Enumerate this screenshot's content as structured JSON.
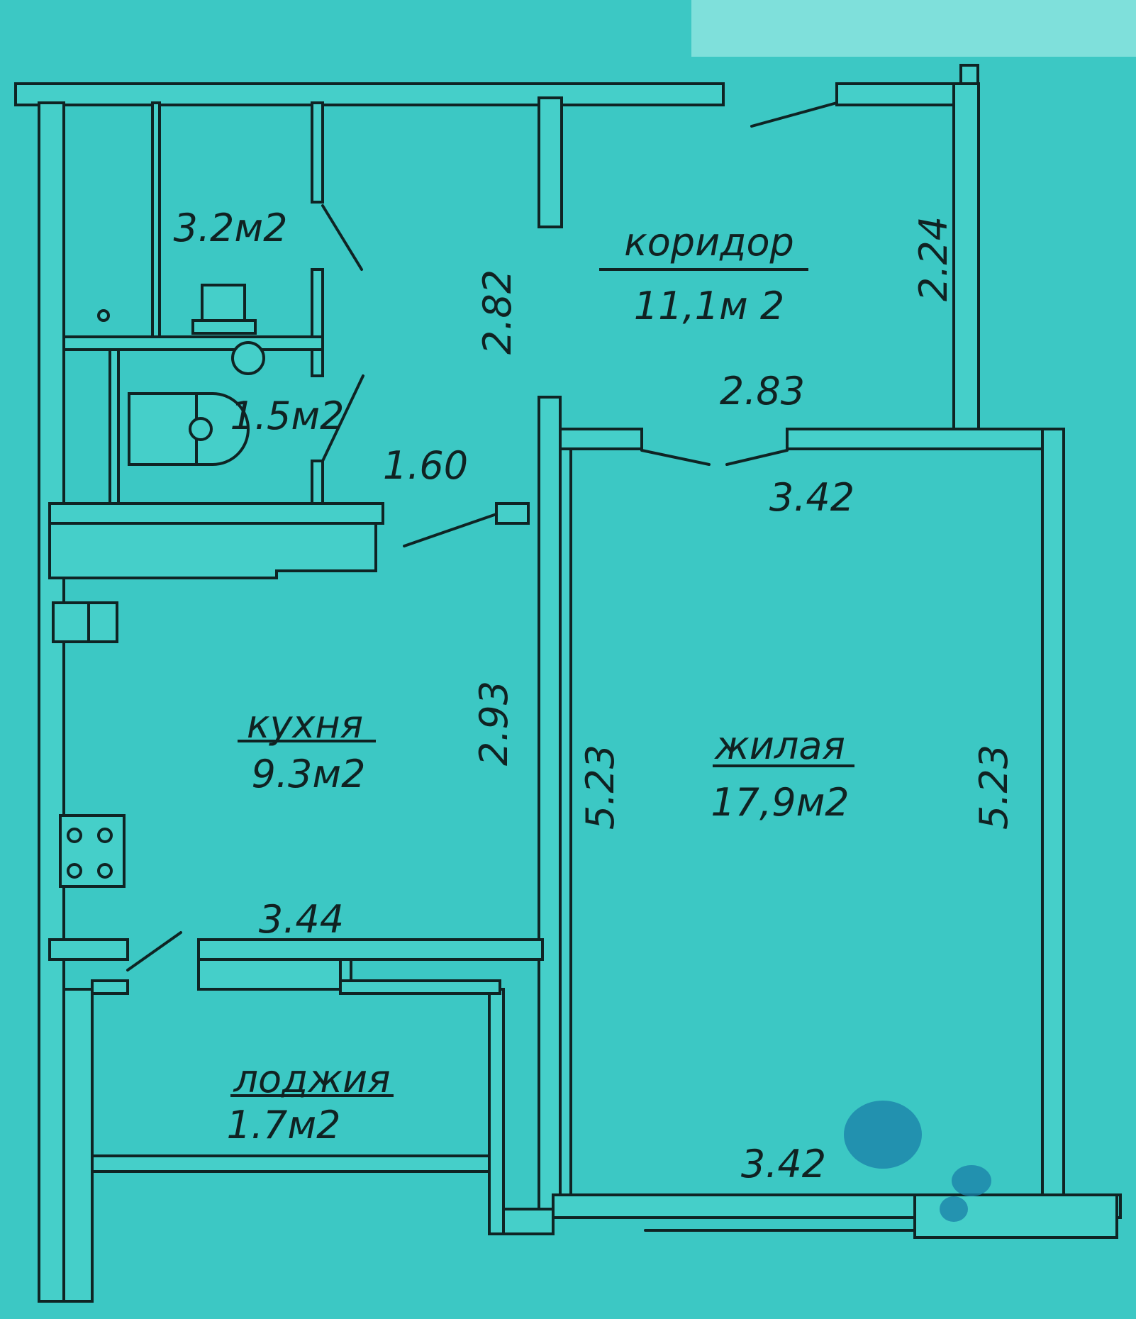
{
  "colors": {
    "background": "#3cc8c4",
    "wall_fill": "#45cfc9",
    "line": "#0f2424",
    "outer_paper": "#7fe0db",
    "stain": "#1a7fa8"
  },
  "rooms": {
    "corridor": {
      "name": "коридор",
      "area": "11,1м 2"
    },
    "kitchen": {
      "name": "кухня",
      "area": "9.3м2"
    },
    "living": {
      "name": "жилая",
      "area": "17,9м2"
    },
    "loggia": {
      "name": "лоджия",
      "area": "1.7м2"
    },
    "bathroom": {
      "area": "3.2м2"
    },
    "toilet": {
      "area": "1.5м2"
    }
  },
  "dimensions": {
    "corridor_height": "2.82",
    "corridor_right": "2.24",
    "corridor_width": "2.83",
    "hall_width": "1.60",
    "living_top": "3.42",
    "living_left": "5.23",
    "living_right": "5.23",
    "living_bottom": "3.42",
    "kitchen_height": "2.93",
    "kitchen_width": "3.44"
  },
  "icons": {
    "stove": "stove-icon",
    "sink": "sink-icon",
    "toilet": "toilet-icon",
    "washbasin": "washbasin-icon",
    "drain": "drain-icon"
  }
}
